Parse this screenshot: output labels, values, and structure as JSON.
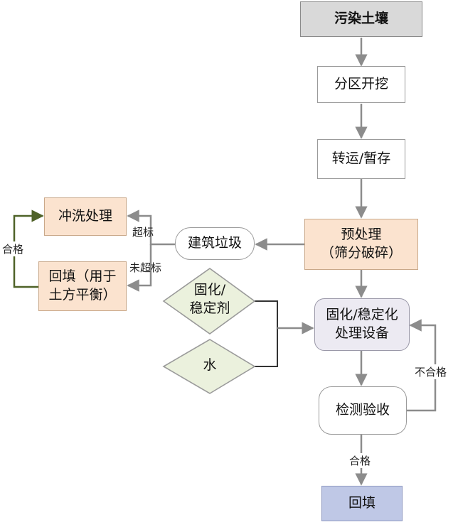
{
  "nodes": {
    "contaminated_soil": "污染土壤",
    "zoned_excavation": "分区开挖",
    "transport_storage": "转运/暂存",
    "pretreatment_line1": "预处理",
    "pretreatment_line2": "（筛分破碎）",
    "construction_waste": "建筑垃圾",
    "washing": "冲洗处理",
    "backfill_balance_line1": "回填（用于",
    "backfill_balance_line2": "土方平衡）",
    "solidify_agent_line1": "固化/",
    "solidify_agent_line2": "稳定剂",
    "water": "水",
    "equipment_line1": "固化/稳定化",
    "equipment_line2": "处理设备",
    "inspection": "检测验收",
    "backfill": "回填"
  },
  "edge_labels": {
    "exceed": "超标",
    "not_exceed": "未超标",
    "qualified_left": "合格",
    "unqualified": "不合格",
    "qualified_bottom": "合格"
  },
  "colors": {
    "arrow": "#8c8c8c",
    "green_line": "#4f6228",
    "grey_fill": "#d9d9d9",
    "peach_fill": "#fbe3cf",
    "diamond_fill": "#ebf1dd",
    "blue_fill": "#bfc8e6"
  }
}
